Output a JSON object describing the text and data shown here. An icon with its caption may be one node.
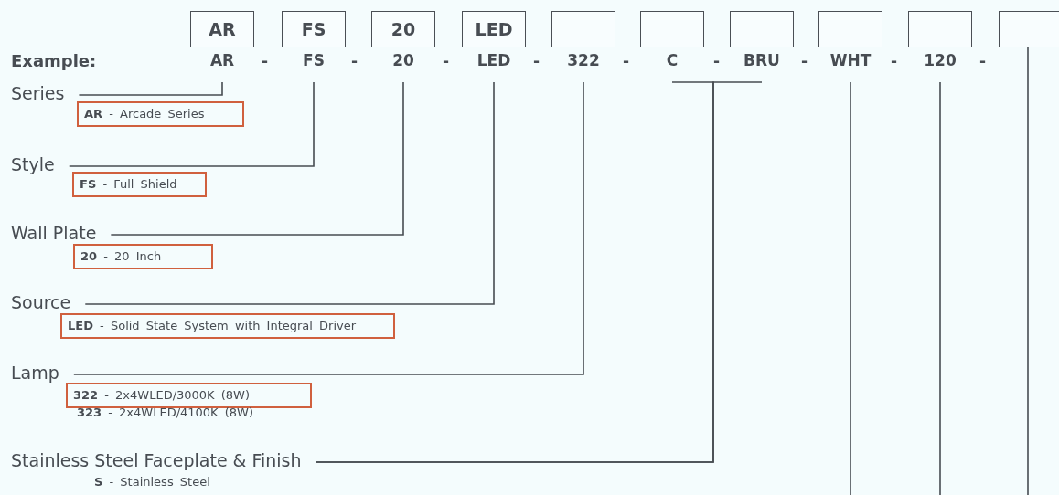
{
  "diagram": {
    "nodes": [
      {
        "text": [
          "AR"
        ]
      },
      {
        "text": [
          "FS"
        ]
      },
      {
        "text": [
          "20"
        ]
      },
      {
        "text": [
          "LED"
        ]
      },
      {
        "text": [],
        "shape": "box"
      },
      {
        "text": [],
        "shape": "box"
      },
      {
        "text": [],
        "shape": "box"
      },
      {
        "text": [],
        "shape": "box"
      },
      {
        "text": [],
        "shape": "box"
      },
      {
        "text": [],
        "shape": "box"
      },
      {
        "text": [
          "AR"
        ]
      },
      {
        "text": [
          "FS"
        ]
      },
      {
        "text": [
          "20"
        ]
      },
      {
        "text": [
          "LED"
        ]
      },
      {
        "text": [
          "322"
        ]
      },
      {
        "text": [
          "C"
        ]
      },
      {
        "text": [
          "BRU"
        ]
      },
      {
        "text": [
          "WHT"
        ]
      },
      {
        "text": [
          "120"
        ]
      },
      {
        "text": [
          "Series"
        ]
      },
      {
        "text": [
          "**AR** - Arcade Series"
        ]
      },
      {
        "text": [
          "Style"
        ]
      },
      {
        "text": [
          "**FS** - Full Shield"
        ]
      },
      {
        "text": [
          "Wall Plate"
        ]
      },
      {
        "text": [
          "**20** - 20 Inch"
        ]
      },
      {
        "text": [
          "Source"
        ]
      },
      {
        "text": [
          "**LED** - Solid State System with Integral Driver"
        ]
      },
      {
        "text": [
          "Lamp"
        ]
      },
      {
        "text": [
          "**322** - 2x4WLED/3000K (8W)"
        ]
      },
      {
        "text": [
          "Stainless Steel Faceplate & Finish"
        ]
      }
    ],
    "edges": [
      {
        "from": 19,
        "to": 10,
        "arrow": "none"
      },
      {
        "from": 21,
        "to": 11,
        "arrow": "none"
      },
      {
        "from": 23,
        "to": 12,
        "arrow": "none"
      },
      {
        "from": 25,
        "to": 13,
        "arrow": "none"
      },
      {
        "from": 27,
        "to": 14,
        "arrow": "none"
      },
      {
        "from": 29,
        "to": 15,
        "arrow": "none"
      },
      {
        "from": 29,
        "to": 16,
        "arrow": "none"
      },
      {
        "from": 17,
        "to": null,
        "arrow": "none"
      },
      {
        "from": 18,
        "to": null,
        "arrow": "none"
      },
      {
        "from": 9,
        "to": null,
        "arrow": "none"
      }
    ],
    "labels": [
      "Example:",
      "-",
      "-",
      "-",
      "-",
      "-",
      "-",
      "-",
      "-",
      "-",
      "**323** - 2x4WLED/4100K (8W)",
      "**S** - Stainless Steel"
    ]
  }
}
